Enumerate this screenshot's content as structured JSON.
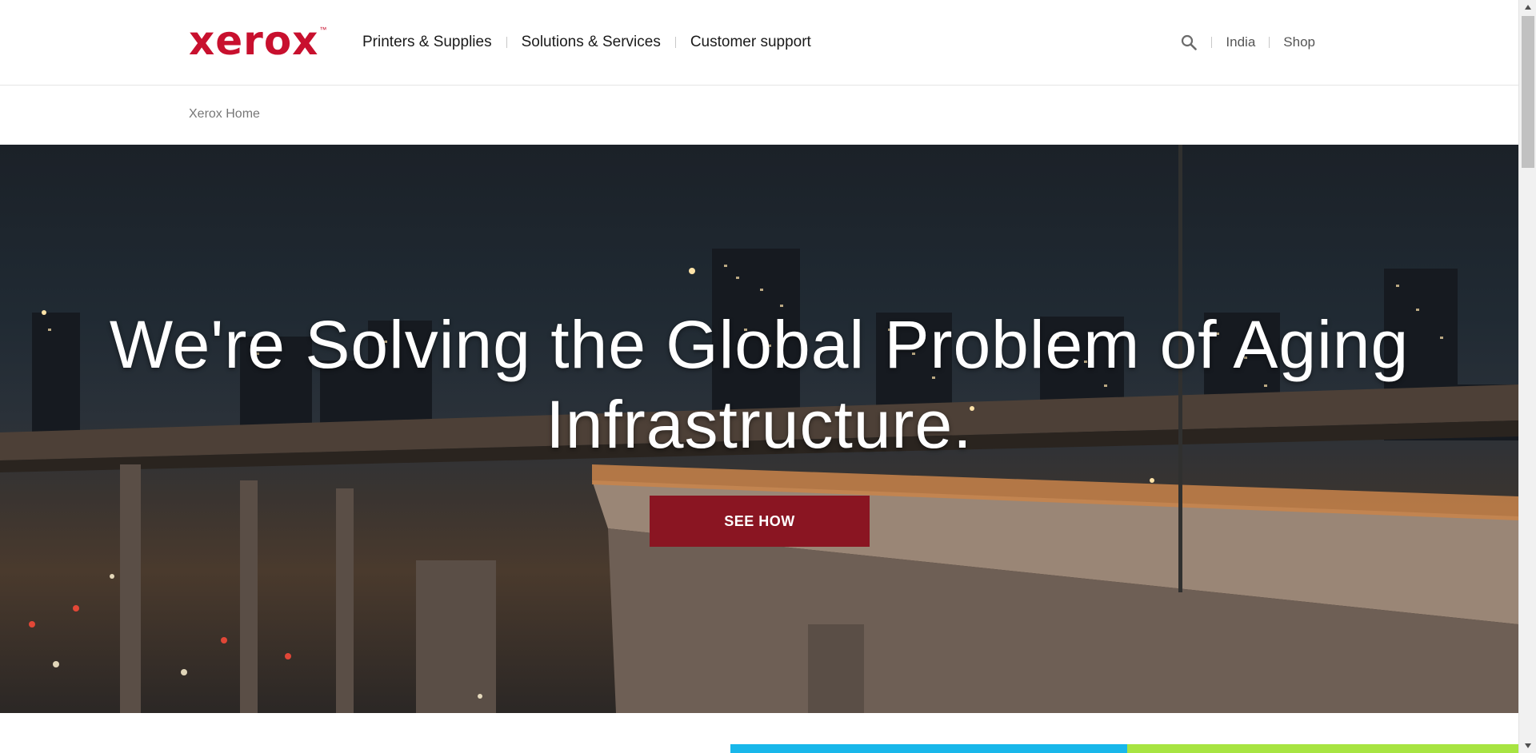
{
  "header": {
    "logo_text": "xerox",
    "logo_tm": "™",
    "nav": [
      {
        "label": "Printers & Supplies"
      },
      {
        "label": "Solutions & Services"
      },
      {
        "label": "Customer support"
      }
    ],
    "util": {
      "search_icon": "search-icon",
      "region": "India",
      "shop": "Shop"
    }
  },
  "breadcrumb": {
    "home": "Xerox Home"
  },
  "hero": {
    "title": "We're Solving the Global Problem of Aging Infrastructure.",
    "cta_label": "SEE HOW"
  },
  "colors": {
    "brand_red": "#c8102e",
    "cta_red": "#8a1522",
    "bar_blue": "#18b7ea",
    "bar_green": "#a7e441"
  }
}
